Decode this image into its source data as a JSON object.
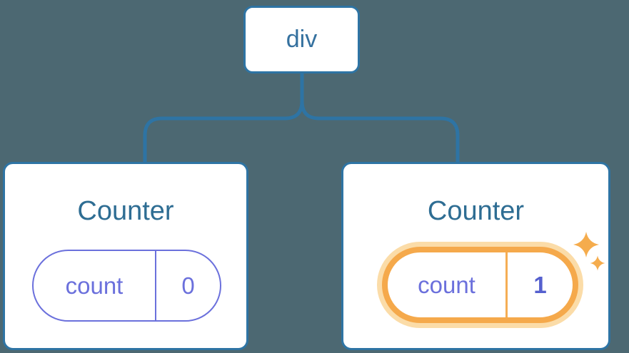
{
  "diagram": {
    "background_color": "#4C6872",
    "connector_color": "#2E74A4",
    "root": {
      "label": "div"
    },
    "children": [
      {
        "title": "Counter",
        "state": {
          "key": "count",
          "value": "0"
        },
        "highlighted": false
      },
      {
        "title": "Counter",
        "state": {
          "key": "count",
          "value": "1"
        },
        "highlighted": true
      }
    ],
    "colors": {
      "card_background": "#FFFFFF",
      "card_border": "#2E74A4",
      "root_label_text": "#35719F",
      "card_title_text": "#2E6D93",
      "state_pill_border": "#6B70DC",
      "state_key_text": "#6B70DC",
      "state_value_text": "#6B70DC",
      "updated_value_text": "#5560CE",
      "highlight_ring": "#F5A94B",
      "highlight_halo": "#FBDCA8",
      "highlight_divider": "#F5AE55",
      "sparkle": "#F5AC4D"
    },
    "icons": {
      "sparkle_glyph": "✦"
    }
  }
}
